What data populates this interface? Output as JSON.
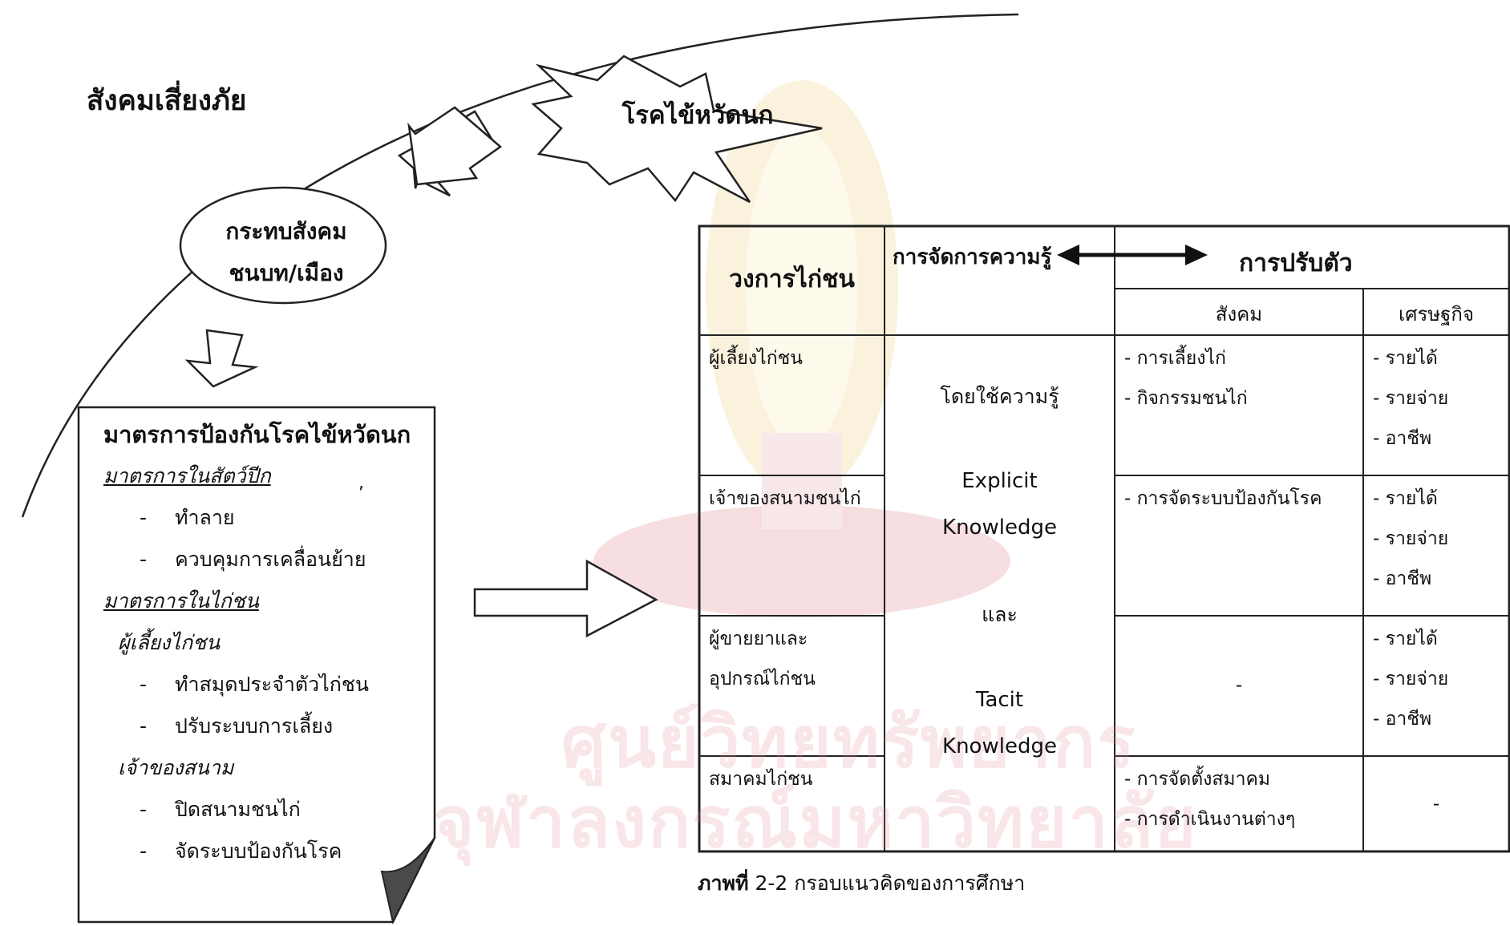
{
  "colors": {
    "line": "#222222",
    "watermark_pink": "#e08a94",
    "watermark_gold": "#f3d38a",
    "page_fold": "#4a4a4a"
  },
  "risk_society": {
    "label": "สังคมเสี่ยงภัย"
  },
  "bird_flu_burst": {
    "label": "โรคไข้หวัดนก"
  },
  "social_impact": {
    "line1": "กระทบสังคม",
    "line2": "ชนบท/เมือง"
  },
  "measures_doc": {
    "title": "มาตรการป้องกันโรคไข้หวัดนก",
    "poultry_section": "มาตรการในสัตว์ปีก",
    "poultry_items": [
      "ทำลาย",
      "ควบคุมการเคลื่อนย้าย"
    ],
    "dash": "-",
    "stray_mark": ",",
    "gamecock_section": "มาตรการในไก่ชน",
    "raisers_label": "ผู้เลี้ยงไก่ชน",
    "raisers_items": [
      "ทำสมุดประจำตัวไก่ชน",
      "ปรับระบบการเลี้ยง"
    ],
    "owners_label": "เจ้าของสนาม",
    "owners_items": [
      "ปิดสนามชนไก่",
      "จัดระบบป้องกันโรค"
    ]
  },
  "framework_table": {
    "col_circle": "วงการไก่ชน",
    "col_km": "การจัดการความรู้",
    "col_adapt": "การปรับตัว",
    "sub_social": "สังคม",
    "sub_economic": "เศรษฐกิจ",
    "km_text": {
      "by_using": "โดยใช้ความรู้",
      "explicit1": "Explicit",
      "explicit2": "Knowledge",
      "and": "และ",
      "tacit1": "Tacit",
      "tacit2": "Knowledge"
    },
    "rows": [
      {
        "circle": [
          "ผู้เลี้ยงไก่ชน"
        ],
        "social": [
          "- การเลี้ยงไก่",
          "- กิจกรรมชนไก่"
        ],
        "economic": [
          "- รายได้",
          "- รายจ่าย",
          "- อาชีพ"
        ]
      },
      {
        "circle": [
          "เจ้าของสนามชนไก่"
        ],
        "social": [
          "- การจัดระบบป้องกันโรค"
        ],
        "economic": [
          "- รายได้",
          "- รายจ่าย",
          "- อาชีพ"
        ]
      },
      {
        "circle": [
          "ผู้ขายยาและ",
          "อุปกรณ์ไก่ชน"
        ],
        "social": [
          "-"
        ],
        "economic": [
          "- รายได้",
          "- รายจ่าย",
          "- อาชีพ"
        ]
      },
      {
        "circle": [
          "สมาคมไก่ชน"
        ],
        "social": [
          "- การจัดตั้งสมาคม",
          "- การดำเนินงานต่างๆ"
        ],
        "economic": [
          "-"
        ]
      }
    ]
  },
  "caption": {
    "figure_label": "ภาพที่",
    "text": "2-2 กรอบแนวคิดของการศึกษา"
  },
  "watermark": {
    "line1": "ศูนย์วิทยทรัพยากร",
    "line2": "จุฬาลงกรณ์มหาวิทยาลัย"
  }
}
